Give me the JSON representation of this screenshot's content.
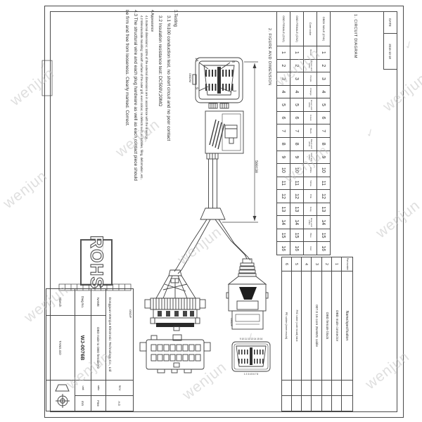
{
  "sheet": {
    "date_label": "DATE",
    "date_value": "2016-10-18",
    "section1_title": "1. CIRCUIT DIAGRAM",
    "section2_title": "2. FIGURE AND DIMENSION",
    "pin_table": {
      "row_labels": [
        "OBDII MALE (CN1)",
        "Core color",
        "OBD FEMALE (CN2)",
        "OBD FEMALE (CN3)"
      ],
      "pins": [
        "1",
        "2",
        "3",
        "4",
        "5",
        "6",
        "7",
        "8",
        "9",
        "10",
        "11",
        "12",
        "13",
        "14",
        "15",
        "16"
      ],
      "core_colors": [
        "Brown",
        "Brown and white",
        "Purple",
        "Orange",
        "Green and white",
        "Green",
        "Black",
        "Black and white",
        "Red and white",
        "White",
        "Yellow",
        "Pink",
        "Gray",
        "Gray and white",
        "Blue",
        "Red"
      ]
    },
    "bom": {
      "no_header": "Part number",
      "name_header": "Name/specification",
      "items": [
        {
          "no": "1",
          "name": "OBD male connector"
        },
        {
          "no": "2",
          "name": "OBD female black"
        },
        {
          "no": "3",
          "name": "007.0 16 core 26AWG cable"
        },
        {
          "no": "4",
          "name": ""
        },
        {
          "no": "5",
          "name": "PVC rubber (outer mould) black"
        },
        {
          "no": "6",
          "name": "PE rubber (inner mould)"
        }
      ]
    },
    "notes": [
      "3.Testing",
      "3.1 %100 conduction test, no short circuit and no poor contact",
      "3.2 Insulation resistance test: DC500V,20MΩ",
      "4.Appearance",
      "4.1 External dimensions: 100% of the external dimensions are in accordance with the drawings",
      "4.2 Wires/outside moulding: smooth surface of the outer grill, even colour, no defects such as bubbles, filing, deformation, etc..",
      "4.3 The structural wire and each plug hardware as well as each contact piece should",
      "be firm and free from looseness. Clearly marked. Correct."
    ],
    "figure": {
      "dimension": "500±30",
      "male_label": "OBD/M",
      "female1_label": "OBD/F",
      "female2_label": "OBD/F",
      "callout_16": "16",
      "callout_8": "8",
      "callout_9": "9",
      "callout_1": "1",
      "face2_top_numbers": "9 10 11 12 13 14 15 16",
      "face2_bottom_numbers": "1 2 3 4 5 6 7 8"
    },
    "rohs": "ROHS",
    "title_block": {
      "company": "Dongguan Wenjun Electronic Technology Co., Ltd",
      "name_label": "NAME",
      "name_value": "OBD male to OBD female(#2",
      "dwg_label": "Dwg No.",
      "dwg_value": "WJ-0076B",
      "sketch_label": "Sketch",
      "sketch_value": "TANG.GD",
      "rev_label": "REV",
      "rev_value": "A.0",
      "ratio_label": "ratio",
      "ratio_value": "Free",
      "unit_label": "unit",
      "unit_value": "mm"
    },
    "watermark": "wenjun",
    "colors": {
      "line": "#4a4a4a",
      "text": "#2b2b2b",
      "watermark": "#c0c0c0"
    }
  }
}
